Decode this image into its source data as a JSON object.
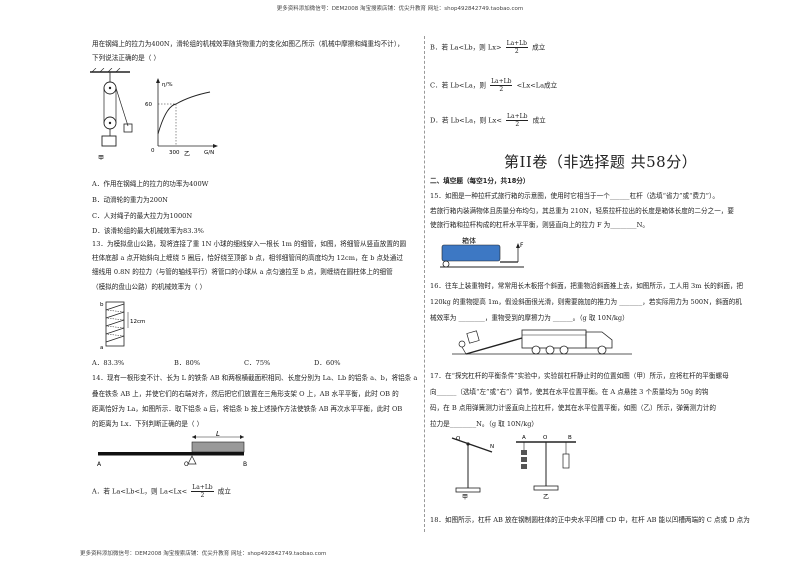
{
  "header": "更多资料添加微信号：DEM2008 淘宝搜索店铺：优尖升教育 网址：shop492842749.taobao.com",
  "footer": "更多资料添加微信号：DEM2008 淘宝搜索店铺：优尖升教育 网址：shop492842749.taobao.com",
  "left": {
    "q12_line1": "用在钢绳上的拉力为400N，滑轮组的机械效率随货物重力的变化如图乙所示（机械中摩擦和绳重均不计），",
    "q12_line2": "下列说法正确的是（    ）",
    "fig_label_jia": "甲",
    "fig_label_yi": "乙",
    "graph_y": "η/%",
    "graph_60": "60",
    "graph_0": "0",
    "graph_300": "300",
    "graph_x": "G/N",
    "q12_A": "A．作用在钢绳上的拉力的功率为400W",
    "q12_B": "B．动滑轮的重力为200N",
    "q12_C": "C．人对绳子的最大拉力为1000N",
    "q12_D": "D．该滑轮组的最大机械效率为83.3%",
    "q13_l1": "13．为模拟盘山公路，现将连接了重 1N 小球的细线穿入一根长 1m 的细管，如图，将细管从竖直放置的圆",
    "q13_l2": "柱体底部 a 点开始斜向上缠绕 5 圈后，恰好绕至顶部 b 点，相邻细管间的高度均为 12cm，在 b 点处通过",
    "q13_l3": "细线用 0.8N 的拉力（与管的轴线平行）将管口的小球从 a 点匀速拉至 b 点，则缠绕在圆柱体上的细管",
    "q13_l4": "（模拟的盘山公路）的机械效率为（    ）",
    "coil_b": "b",
    "coil_a": "a",
    "coil_12": "12cm",
    "q13_A": "A．83.3%",
    "q13_B": "B．80%",
    "q13_C": "C．75%",
    "q13_D": "D．60%",
    "q14_l1": "14．现有一根形变不计、长为 L 的铁条 AB 和两根横截面积相同、长度分别为 La、Lb 的铝条 a、b，将铝条 a",
    "q14_l2": "叠在铁条 AB 上，并使它们的右端对齐，然后把它们放置在三角形支架 O 上，AB 水平平衡，此时 OB 的",
    "q14_l3": "距离恰好为 La，如图所示．取下铝条 a 后，将铝条 b 按上述操作方法使铁条 AB 再次水平平衡，此时 OB",
    "q14_l4": "的距离为 Lx．下列判断正确的是（    ）",
    "bar_L": "L",
    "bar_A": "A",
    "bar_O": "O",
    "bar_B": "B",
    "q14_A_pre": "A．若 La<Lb<L，则 La<Lx<",
    "q14_A_num": "La+Lb",
    "q14_A_den": "2",
    "q14_A_post": "成立"
  },
  "right": {
    "B_num": "La+Lb",
    "B_den": "2",
    "B_pre": "B．若 La<Lb，则 Lx>",
    "B_post": "成立",
    "C_num": "La+Lb",
    "C_den": "2",
    "C_pre": "C．若 Lb<La，则",
    "C_post": "<Lx<La成立",
    "D_num": "La+Lb",
    "D_den": "2",
    "D_pre": "D．若 Lb<La，则 Lx<",
    "D_post": "成立",
    "section_title": "第II卷（非选择题  共58分）",
    "fill_heading": "二、填空题（每空1分，共18分）",
    "q15_l1": "15．如图是一种拉杆式旅行箱的示意图，使用时它相当于一个______杠杆（选填“省力”或“费力”）。",
    "q15_l2": "若旅行箱内装满物体且质量分布均匀，其总重为 210N，轻质拉杆拉出的长度是箱体长度的二分之一，要",
    "q15_l3": "使旅行箱和拉杆构成的杠杆水平平衡，则竖直向上的拉力 F 为________N。",
    "box_label": "箱体",
    "box_F": "F",
    "q16_l1": "16．往车上装重物时，常常用长木板搭个斜面，把重物沿斜面推上去，如图所示，工人用 3m 长的斜面，把",
    "q16_l2": "120kg 的重物提高 1m，假设斜面很光滑，则需要施加的推力为 _______，若实际用力为 500N，斜面的机",
    "q16_l3": "械效率为 ________，重物受到的摩擦力为 ______。（g 取 10N/kg）",
    "q17_l1": "17．在“探究杠杆的平衡条件”实验中，实验前杠杆静止时的位置如图（甲）所示，应将杠杆的平衡螺母",
    "q17_l2": "向______（选填“左”或“右”）调节，使其在水平位置平衡。在 A 点悬挂 3 个质量均为 50g 的钩",
    "q17_l3": "码，在 B 点用弹簧测力计竖直向上拉杠杆，使其在水平位置平衡，如图（乙）所示，弹簧测力计的",
    "q17_l4": "拉力是________N。（g 取 10N/kg）",
    "lev_O": "O",
    "lev_N": "N",
    "lev2_A": "A",
    "lev2_O": "O",
    "lev2_B": "B",
    "lev_jia": "甲",
    "lev_yi": "乙",
    "q18_l1": "18．如图所示，杠杆 AB 放在钢制圆柱体的正中央水平凹槽 CD 中，杠杆 AB 能以凹槽两端的 C 点或 D 点为"
  }
}
